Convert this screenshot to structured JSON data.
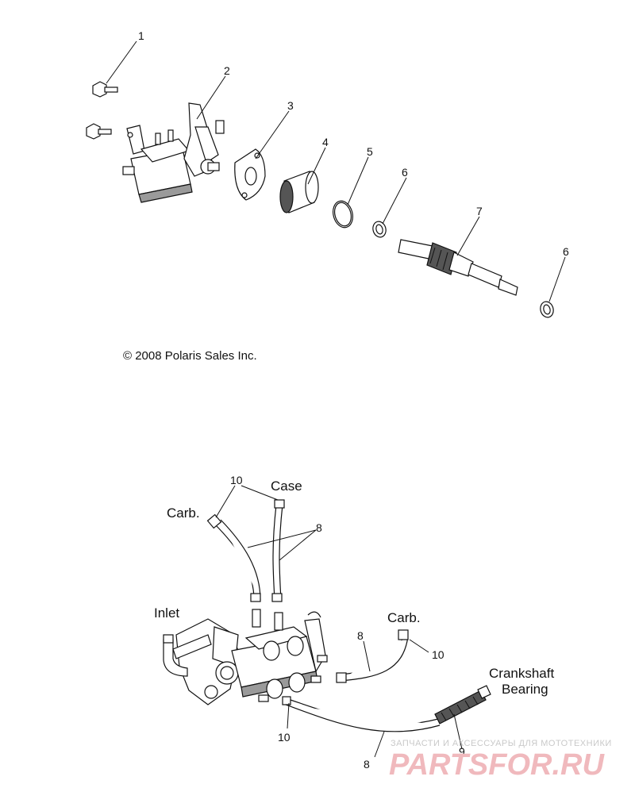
{
  "copyright": "© 2008 Polaris Sales Inc.",
  "top_callouts": [
    "1",
    "2",
    "3",
    "4",
    "5",
    "6",
    "7",
    "6"
  ],
  "bottom_callouts": [
    "10",
    "8",
    "10",
    "10",
    "9",
    "8",
    "8"
  ],
  "labels": {
    "case": "Case",
    "carb_top": "Carb.",
    "inlet": "Inlet",
    "carb_right": "Carb.",
    "crankshaft_line1": "Crankshaft",
    "crankshaft_line2": "Bearing"
  },
  "watermark": {
    "top": "ЗАПЧАСТИ И АКСЕССУАРЫ ДЛЯ МОТОТЕХНИКИ",
    "logo": "PARTSFOR.RU",
    "color": "#f0b9bd"
  }
}
